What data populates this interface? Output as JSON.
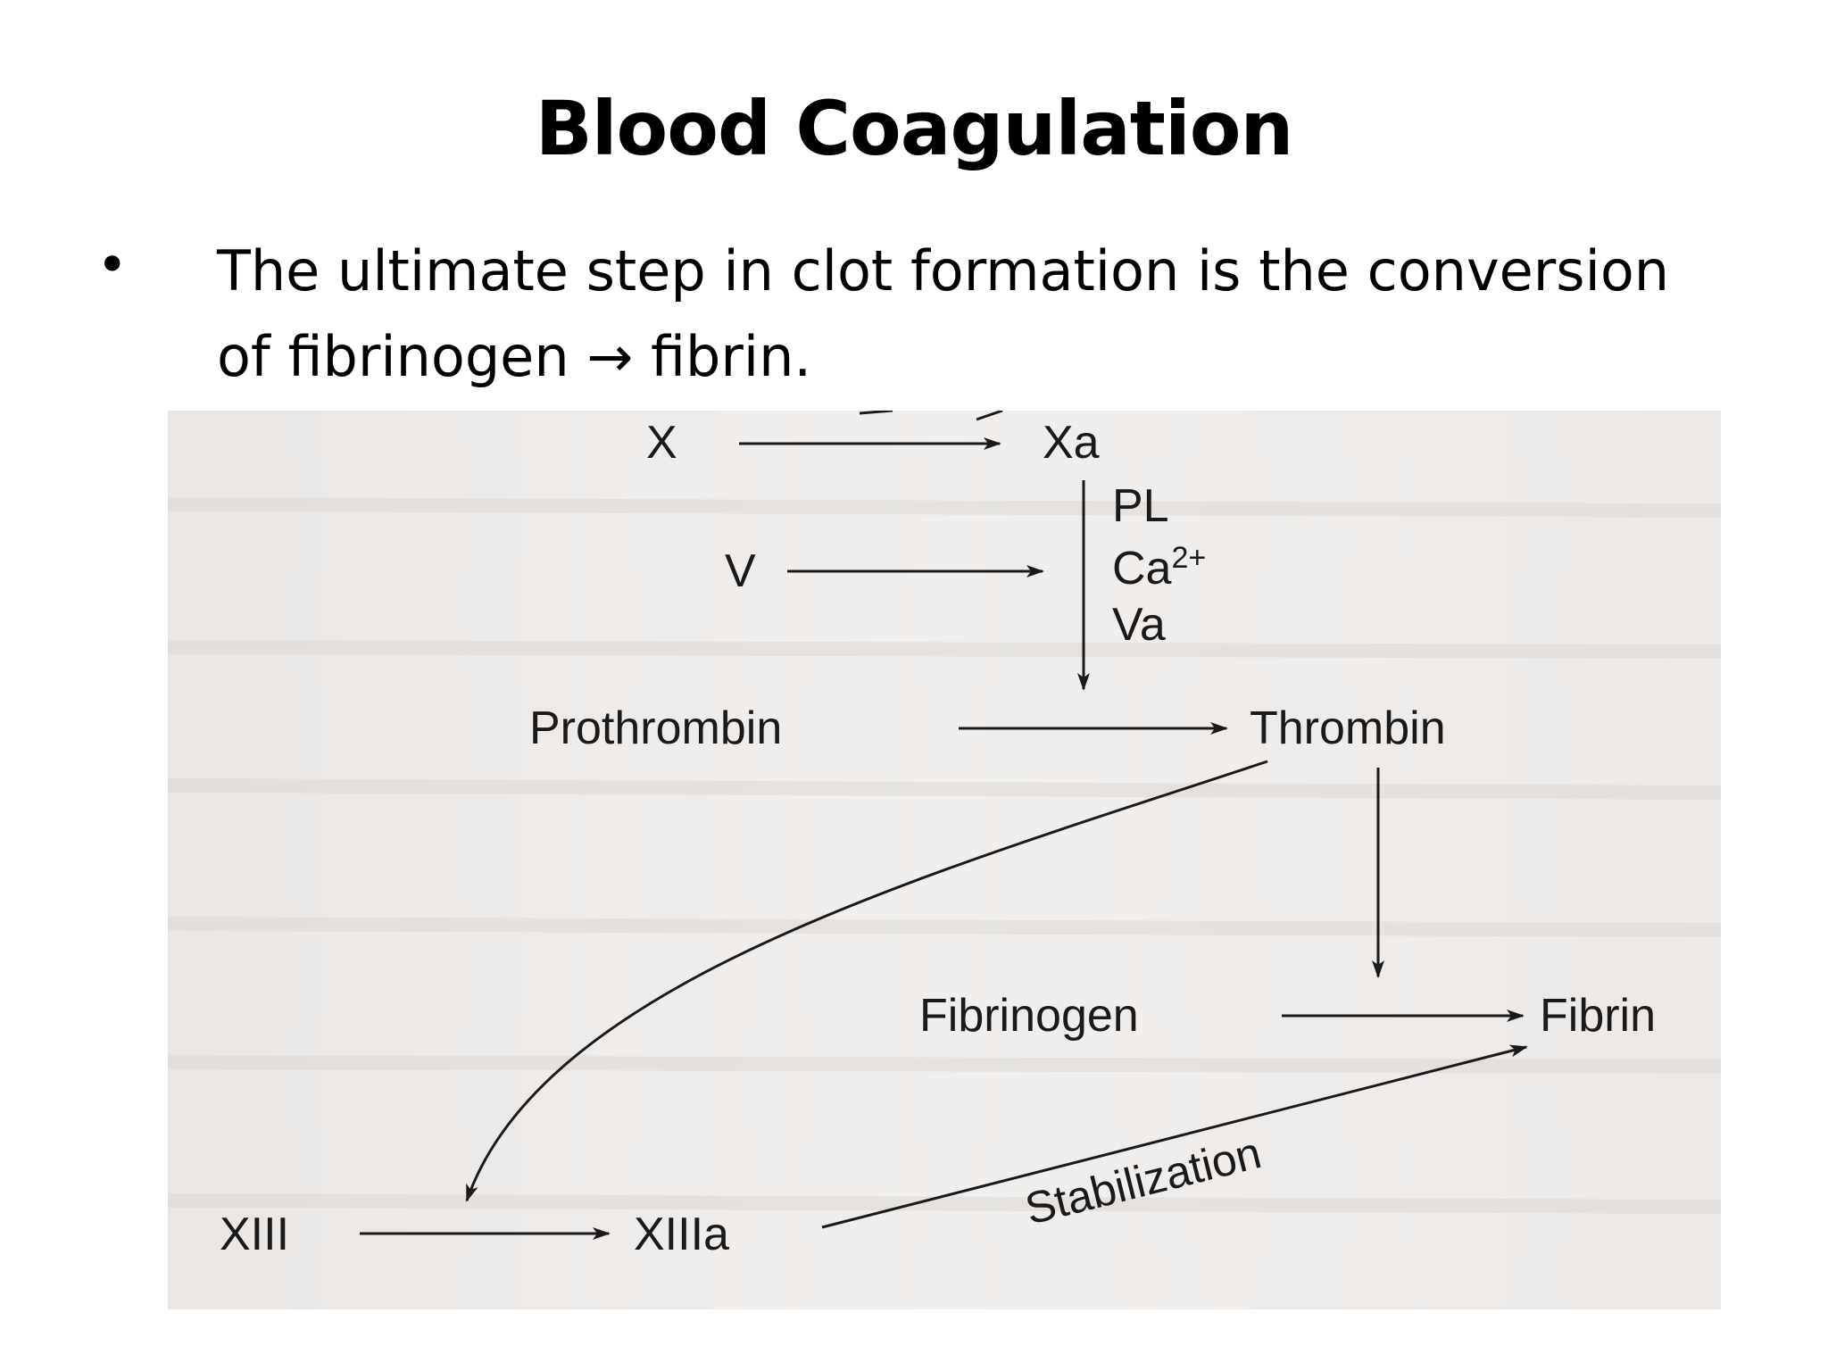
{
  "slide": {
    "title": "Blood Coagulation",
    "bullet_symbol": "•",
    "bullet_text": "The ultimate step in clot formation is the conversion of fibrinogen → fibrin."
  },
  "diagram": {
    "nodes": {
      "x": "X",
      "xa": "Xa",
      "v": "V",
      "pl": "PL",
      "ca": "Ca",
      "ca_sup": "2+",
      "va": "Va",
      "prothrombin": "Prothrombin",
      "thrombin": "Thrombin",
      "fibrinogen": "Fibrinogen",
      "fibrin": "Fibrin",
      "xiii": "XIII",
      "xiiia": "XIIIa",
      "stabilization": "Stabilization"
    },
    "colors": {
      "paper": "#efedeb",
      "ink": "#1a1a1a",
      "ghost_text": "#d9d6d3"
    }
  }
}
